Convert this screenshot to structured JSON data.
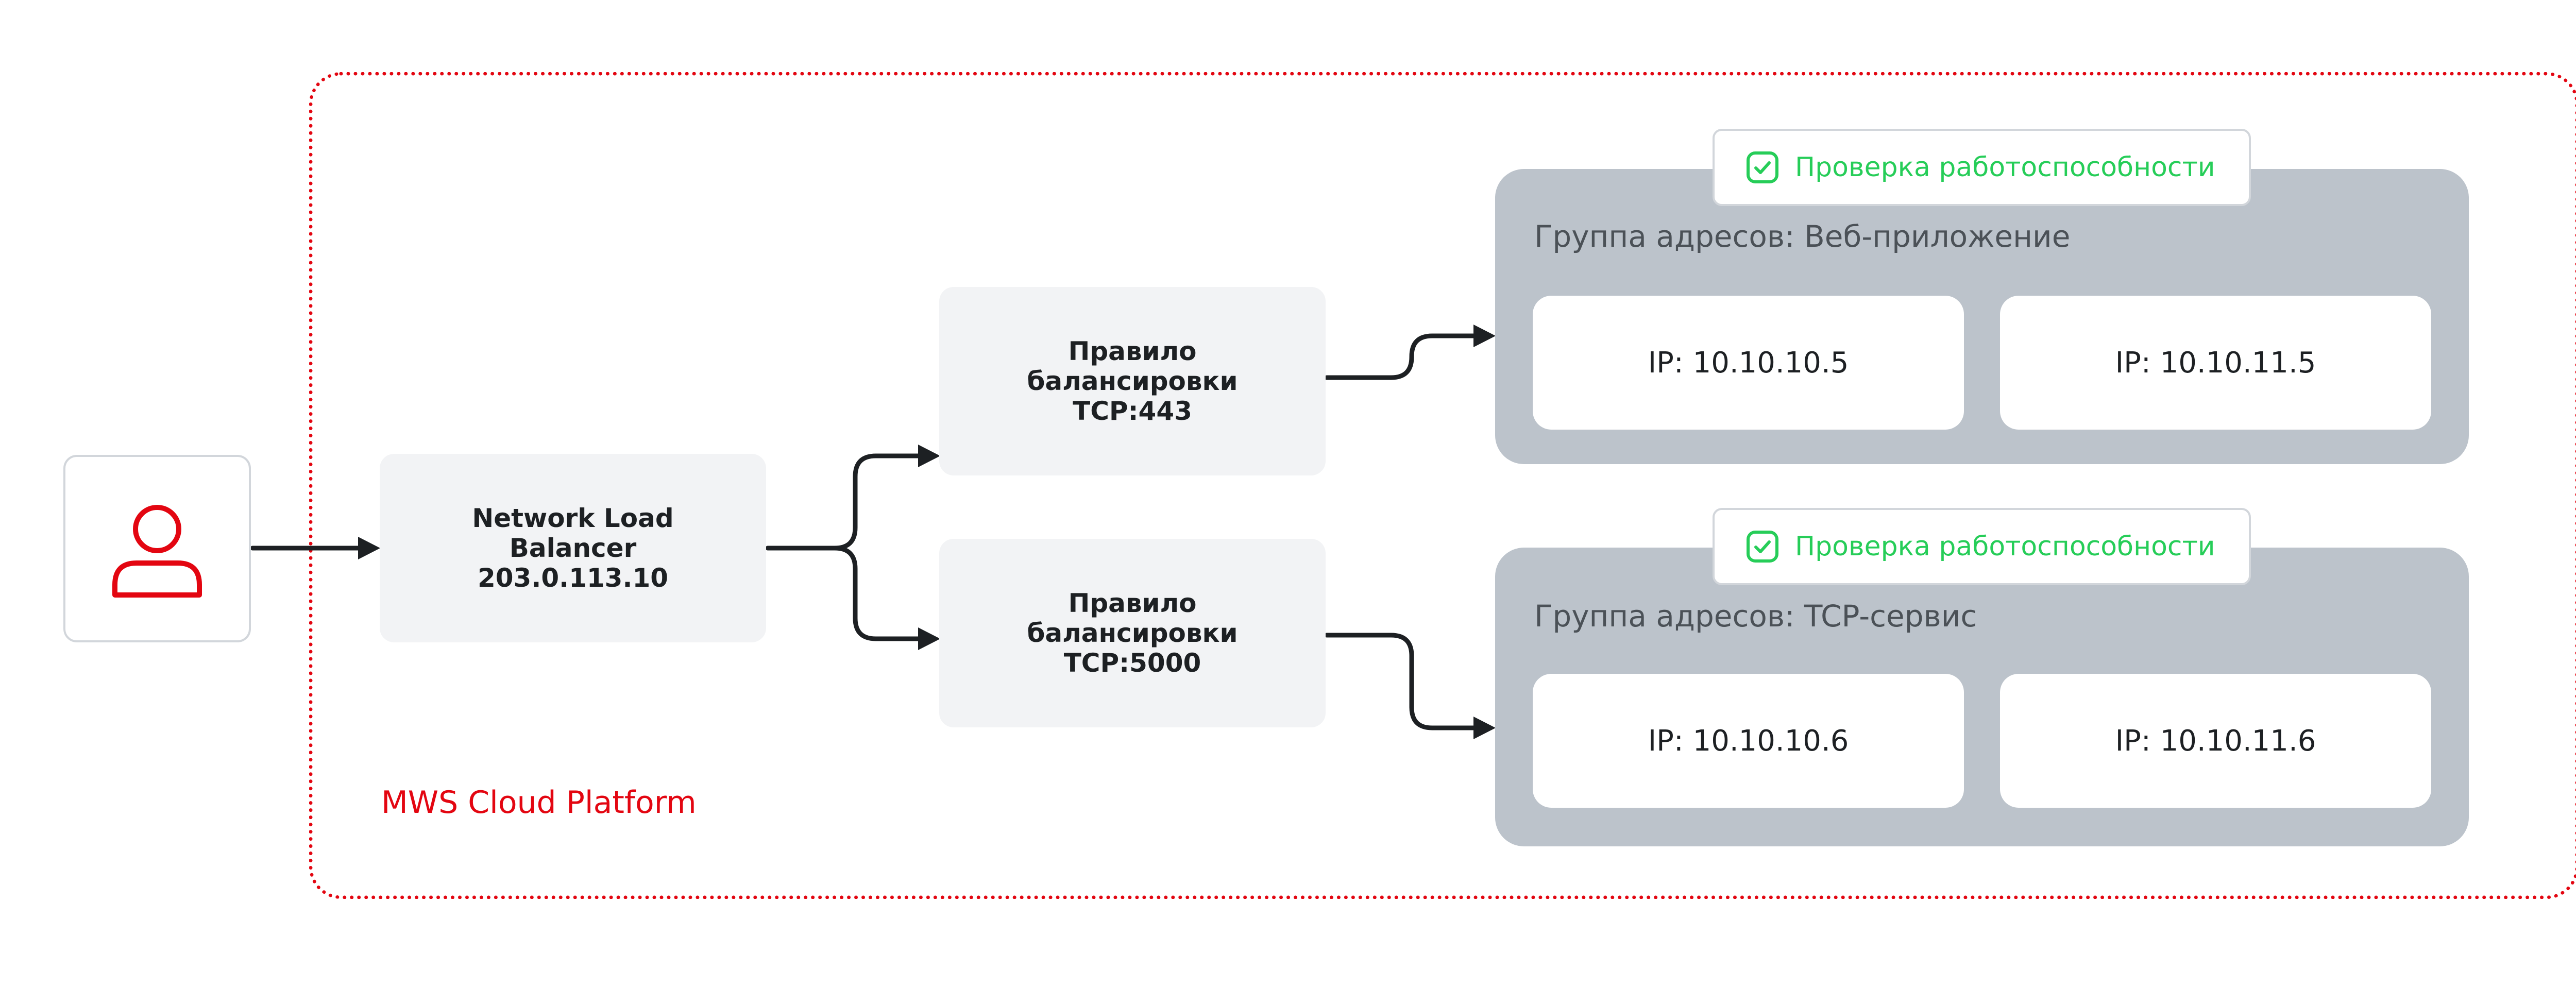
{
  "platform": {
    "label": "MWS Cloud Platform"
  },
  "user": {
    "icon": "user-icon"
  },
  "nlb": {
    "line1": "Network Load",
    "line2": "Balancer",
    "line3": "203.0.113.10"
  },
  "rules": [
    {
      "line1": "Правило",
      "line2": "балансировки",
      "line3": "TCP:443"
    },
    {
      "line1": "Правило",
      "line2": "балансировки",
      "line3": "TCP:5000"
    }
  ],
  "groups": [
    {
      "title": "Группа адресов: Веб-приложение",
      "health_check": "Проверка работоспособности",
      "ips": [
        "IP: 10.10.10.5",
        "IP: 10.10.11.5"
      ]
    },
    {
      "title": "Группа адресов: TCP-сервис",
      "health_check": "Проверка работоспособности",
      "ips": [
        "IP: 10.10.10.6",
        "IP: 10.10.11.6"
      ]
    }
  ],
  "colors": {
    "brand_red": "#e30611",
    "health_green": "#26cd58",
    "group_grey": "#bcc3cb",
    "card_grey": "#f2f3f5",
    "arrow": "#1d2023"
  }
}
